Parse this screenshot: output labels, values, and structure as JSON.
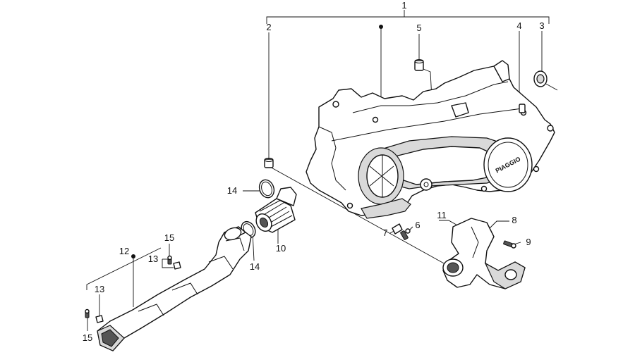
{
  "diagram": {
    "callouts": {
      "c1": "1",
      "c2": "2",
      "c3": "3",
      "c4": "4",
      "c5": "5",
      "c6": "6",
      "c7": "7",
      "c8": "8",
      "c9": "9",
      "c10": "10",
      "c11": "11",
      "c12": "12",
      "c13a": "13",
      "c13b": "13",
      "c14a": "14",
      "c14b": "14",
      "c15a": "15",
      "c15b": "15"
    },
    "logo_text": "PIAGGIO"
  }
}
